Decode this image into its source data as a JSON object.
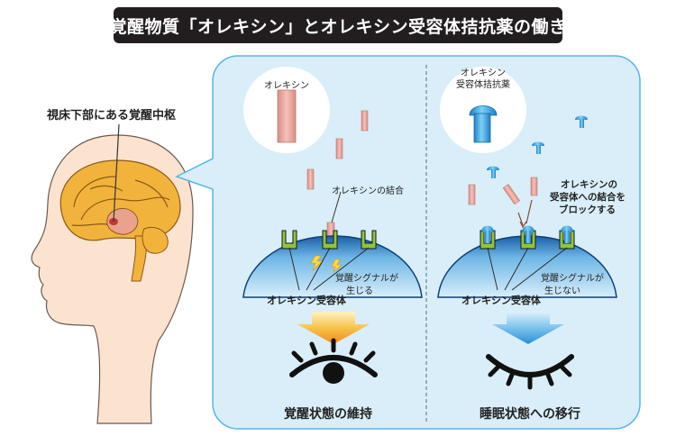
{
  "title": "覚醒物質「オレキシン」とオレキシン受容体拮抗薬の働き",
  "brain_label": "視床下部にある覚醒中枢",
  "left_panel": {
    "bubble_label": "オレキシン",
    "binding_label": "オレキシンの結合",
    "signal_label_1": "覚醒シグナルが",
    "signal_label_2": "生じる",
    "receptor_label": "オレキシン受容体",
    "result_label": "覚醒状態の維持"
  },
  "right_panel": {
    "bubble_label_1": "オレキシン",
    "bubble_label_2": "受容体拮抗薬",
    "block_label_1": "オレキシンの",
    "block_label_2": "受容体への結合を",
    "block_label_3": "ブロックする",
    "signal_label_1": "覚醒シグナルが",
    "signal_label_2": "生じない",
    "receptor_label": "オレキシン受容体",
    "result_label": "睡眠状態への移行"
  },
  "colors": {
    "panel_bg": "#d9eef9",
    "panel_border": "#58b6e4",
    "cell_blue": "#1d6fb8",
    "orexin": "#e8a29a",
    "antagonist": "#2f9ad8",
    "receptor": "#8cc63f",
    "brain": "#f2b33d",
    "skin": "#fbe3d0"
  }
}
